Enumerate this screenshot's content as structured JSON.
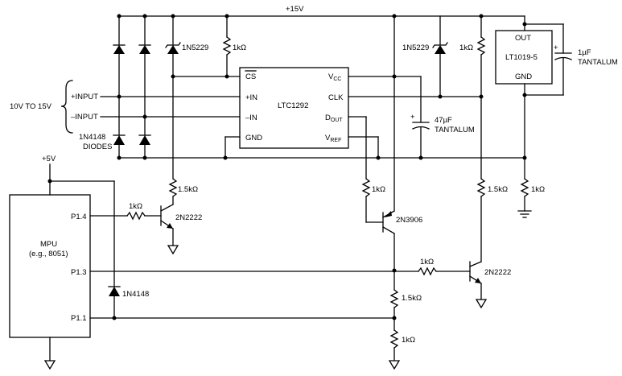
{
  "rail": {
    "label": "+15V"
  },
  "inputs": {
    "range": "10V TO 15V",
    "plus": "+INPUT",
    "minus": "–INPUT"
  },
  "diodes_label": {
    "line1": "1N4148",
    "line2": "DIODES"
  },
  "zener_left": "1N5229",
  "zener_right": "1N5229",
  "res_top_left": "1kΩ",
  "res_top_right": "1kΩ",
  "adc": {
    "name": "LTC1292",
    "cs": "CS",
    "vcc": "V",
    "vcc_sub": "CC",
    "in_plus": "+IN",
    "clk": "CLK",
    "in_minus": "–IN",
    "dout": "D",
    "dout_sub": "OUT",
    "gnd": "GND",
    "vref": "V",
    "vref_sub": "REF"
  },
  "cap_47": {
    "line1": "47µF",
    "line2": "TANTALUM"
  },
  "ref": {
    "out": "OUT",
    "name": "LT1019-5",
    "gnd": "GND"
  },
  "cap_1": {
    "line1": "1µF",
    "line2": "TANTALUM"
  },
  "supply5": "+5V",
  "mpu": {
    "line1": "MPU",
    "line2": "(e.g., 8051)",
    "p14": "P1.4",
    "p13": "P1.3",
    "p11": "P1.1"
  },
  "r_p14": "1kΩ",
  "q1": "2N2222",
  "r_q1": "1.5kΩ",
  "d_1n4148": "1N4148",
  "r_dout": "1kΩ",
  "q_pnp": "2N3906",
  "r_col_15": "1.5kΩ",
  "r_col_1k": "1kΩ",
  "r_p13": "1kΩ",
  "q2": "2N2222",
  "r_q2": "1.5kΩ",
  "r_ref": "1kΩ"
}
